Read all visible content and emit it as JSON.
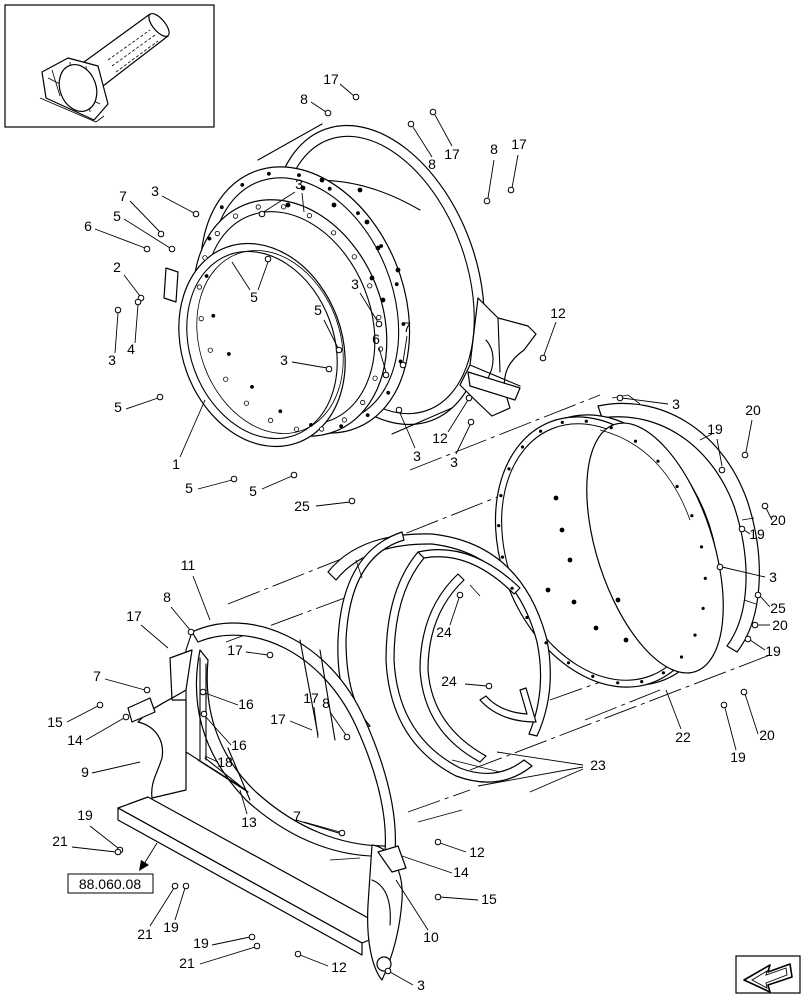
{
  "callouts": [
    "17",
    "8",
    "8",
    "17",
    "8",
    "17",
    "3",
    "7",
    "5",
    "6",
    "3",
    "2",
    "4",
    "3",
    "5",
    "3",
    "5",
    "6",
    "7",
    "3",
    "12",
    "5",
    "1",
    "5",
    "5",
    "3",
    "12",
    "3",
    "3",
    "20",
    "19",
    "25",
    "20",
    "19",
    "3",
    "25",
    "20",
    "19",
    "24",
    "24",
    "22",
    "23",
    "19",
    "20",
    "11",
    "8",
    "17",
    "17",
    "7",
    "16",
    "15",
    "14",
    "17",
    "8",
    "17",
    "16",
    "9",
    "18",
    "13",
    "7",
    "19",
    "21",
    "12",
    "14",
    "15",
    "21",
    "19",
    "19",
    "21",
    "12",
    "10",
    "3"
  ],
  "reference": {
    "label": "88.060.08"
  },
  "icons": {
    "overview": "assembly-overview-thumbnail",
    "navigation": "navigation-arrow-icon"
  }
}
